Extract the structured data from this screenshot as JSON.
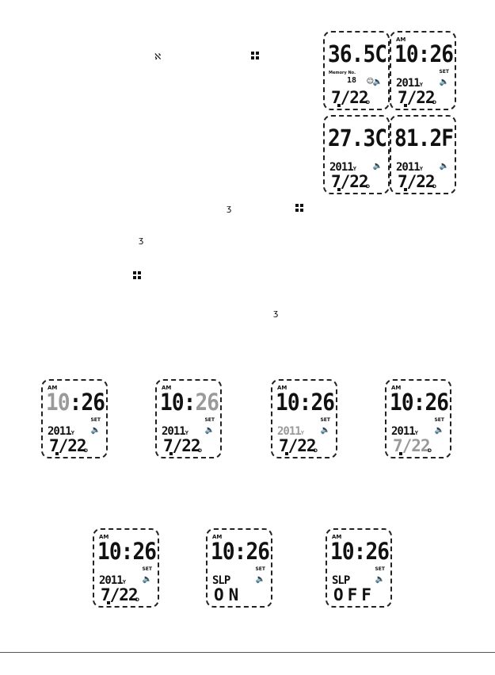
{
  "icons": {
    "ear": "ear-icon",
    "forehead": "forehead-icon",
    "mode": "mode-grid-icon",
    "speaker": "speaker-icon",
    "smile": "smile-icon"
  },
  "displays": [
    {
      "id": "ear-reading",
      "main": "36.5C",
      "memory_label": "Memory No.",
      "memory_no": "18",
      "date": "7/22",
      "date_unit": "D",
      "smile": "☺",
      "speaker": "🔈"
    },
    {
      "id": "clock-top",
      "am": "AM",
      "main": "10:26",
      "set": "SET",
      "year": "2011",
      "year_unit": "Y",
      "date": "7/22",
      "date_unit": "D",
      "speaker": "🔈"
    },
    {
      "id": "object-c",
      "main": "27.3C",
      "year": "2011",
      "year_unit": "Y",
      "date": "7/22",
      "date_unit": "D",
      "speaker": "🔈"
    },
    {
      "id": "object-f",
      "main": "81.2F",
      "year": "2011",
      "year_unit": "Y",
      "date": "7/22",
      "date_unit": "D",
      "speaker": "🔈"
    },
    {
      "id": "set-hour",
      "am": "AM",
      "main_a": "10",
      "main_b": ":26",
      "set": "SET",
      "year": "2011",
      "year_unit": "Y",
      "date": "7/22",
      "date_unit": "D",
      "speaker": "🔈"
    },
    {
      "id": "set-minute",
      "am": "AM",
      "main_a": "10:",
      "main_b": "26",
      "set": "SET",
      "year": "2011",
      "year_unit": "Y",
      "date": "7/22",
      "date_unit": "D",
      "speaker": "🔈"
    },
    {
      "id": "set-year",
      "am": "AM",
      "main": "10:26",
      "set": "SET",
      "year": "2011",
      "year_unit": "Y",
      "date": "7/22",
      "date_unit": "D",
      "speaker": "🔈"
    },
    {
      "id": "set-month",
      "am": "AM",
      "main": "10:26",
      "set": "SET",
      "year": "2011",
      "year_unit": "Y",
      "date": "7/22",
      "date_unit": "D",
      "speaker": "🔈"
    },
    {
      "id": "set-day",
      "am": "AM",
      "main": "10:26",
      "set": "SET",
      "year": "2011",
      "year_unit": "Y",
      "date": "7/22",
      "date_unit": "D",
      "speaker": "🔈"
    },
    {
      "id": "sleep-on",
      "am": "AM",
      "main": "10:26",
      "set": "SET",
      "label": "SLP",
      "value": "ON",
      "speaker": "🔈"
    },
    {
      "id": "sleep-off",
      "am": "AM",
      "main": "10:26",
      "set": "SET",
      "label": "SLP",
      "value": "OFF",
      "speaker": "🔈"
    }
  ]
}
